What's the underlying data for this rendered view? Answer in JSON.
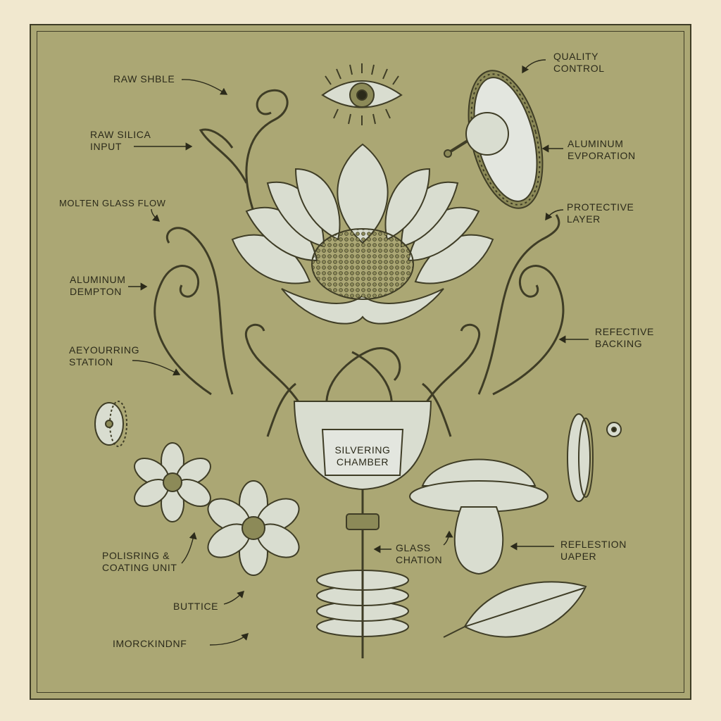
{
  "labels": {
    "raw_shble": "RAW SHBLE",
    "raw_silica_input": "RAW SILICA\nINPUT",
    "molten_glass_flow": "MOLTEN GLASS FLOW",
    "aluminum_dempton": "ALUMINUM\nDEMPTON",
    "aeyourring_station": "AEYOURRING\nSTATION",
    "polisring_coating_unit": "POLISRING &\nCOATING UNIT",
    "buttice": "BUTTICE",
    "imorckindnf": "IMORCKINDNF",
    "quality_control": "QUALITY\nCONTROL",
    "aluminum_evporation": "ALUMINUM\nEVPORATION",
    "protective_layer": "PROTECTIVE\nLAYER",
    "refective_backing": "REFECTIVE\nBACKING",
    "silvering_chamber": "SILVERING\nCHAMBER",
    "glass_chation": "GLASS\nCHATION",
    "reflestion_uaper": "REFLESTION\nUAPER"
  },
  "colors": {
    "panel": "#aba774",
    "ink": "#3f3d26",
    "glass": "#d9ddd0",
    "paper": "#f1e8cf"
  }
}
